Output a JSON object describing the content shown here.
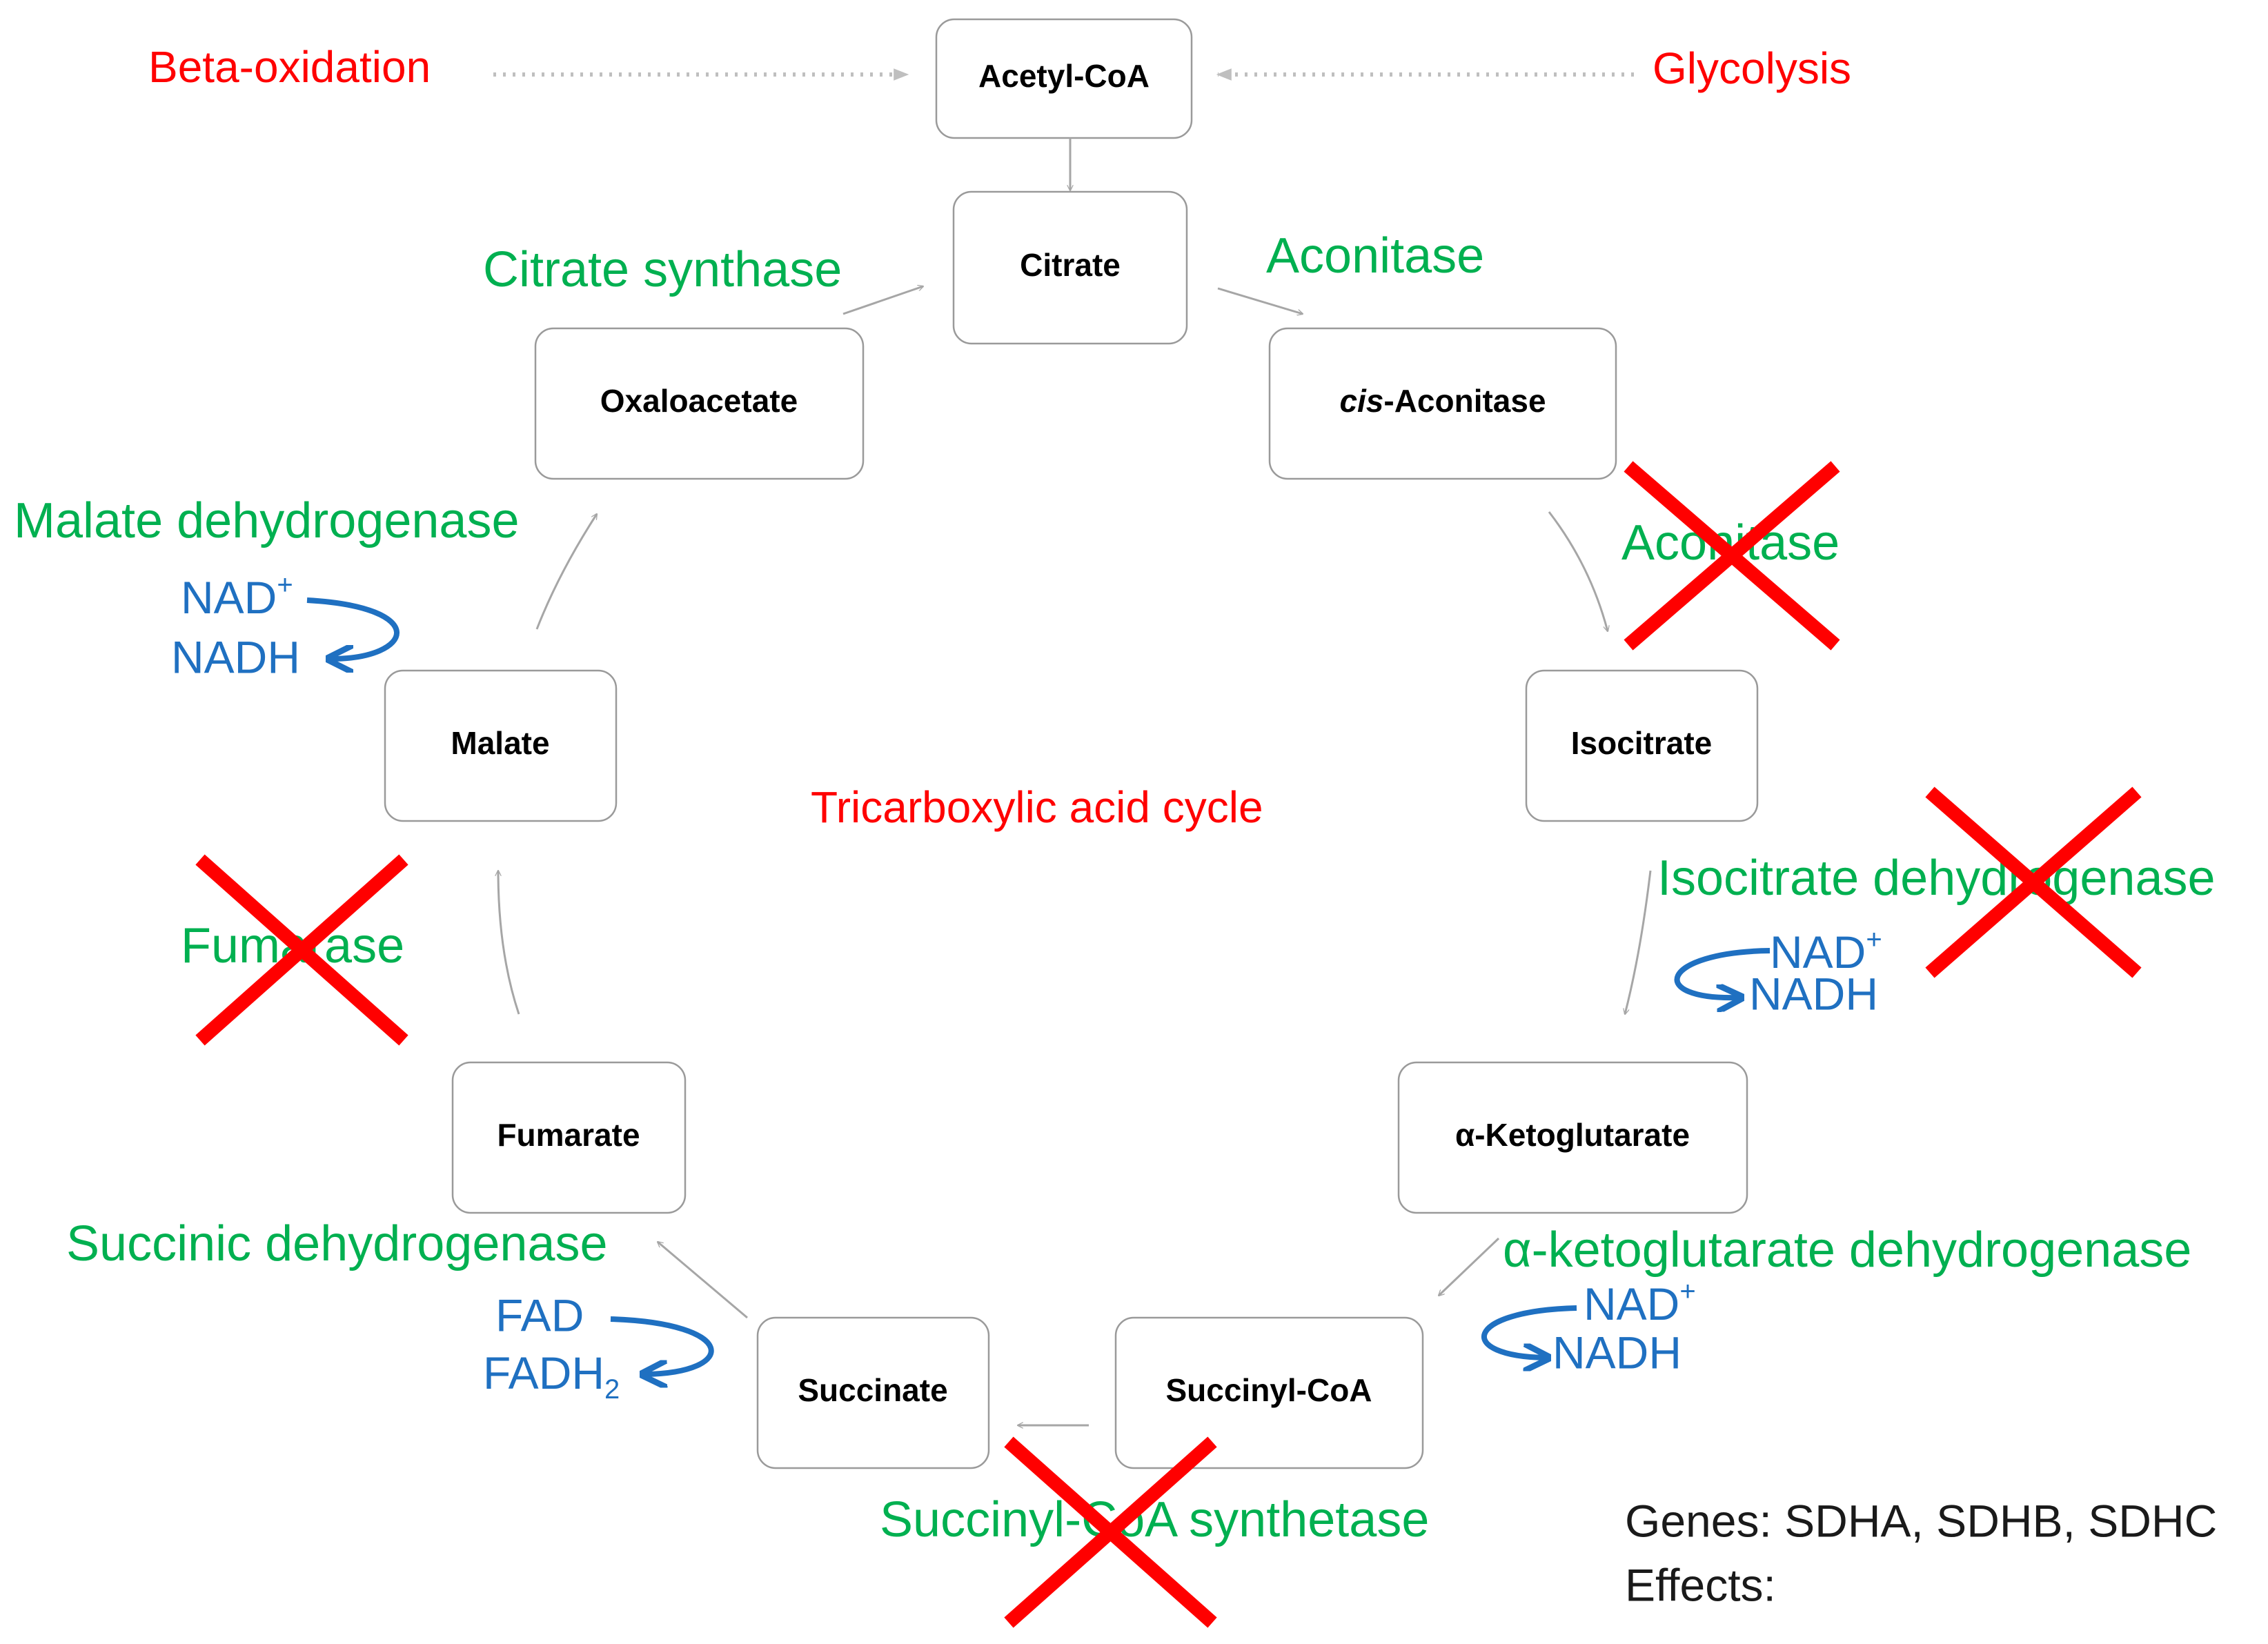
{
  "title": "Tricarboxylic acid cycle",
  "inputs": {
    "left": "Beta-oxidation",
    "right": "Glycolysis"
  },
  "metabolites": {
    "acetyl_coa": "Acetyl-CoA",
    "citrate": "Citrate",
    "cis_aconitase_prefix": "cis",
    "cis_aconitase_rest": "-Aconitase",
    "isocitrate": "Isocitrate",
    "alpha_ketoglutarate": "α-Ketoglutarate",
    "succinyl_coa": "Succinyl-CoA",
    "succinate": "Succinate",
    "fumarate": "Fumarate",
    "malate": "Malate",
    "oxaloacetate": "Oxaloacetate"
  },
  "enzymes": {
    "citrate_synthase": "Citrate synthase",
    "aconitase_1": "Aconitase",
    "aconitase_2": "Aconitase",
    "isocitrate_dehydrogenase": "Isocitrate dehydrogenase",
    "akg_dehydrogenase": "α-ketoglutarate dehydrogenase",
    "succinyl_coa_synthetase": "Succinyl-CoA synthetase",
    "succinic_dehydrogenase": "Succinic dehydrogenase",
    "fumarase": "Fumarase",
    "malate_dehydrogenase": "Malate dehydrogenase"
  },
  "cofactors": {
    "nad": "NAD",
    "plus": "+",
    "nadh": "NADH",
    "fad": "FAD",
    "fadh": "FADH",
    "fadh_sub": "2"
  },
  "blocked_steps": [
    "aconitase_2",
    "isocitrate_dehydrogenase",
    "succinyl_coa_synthetase",
    "fumarase"
  ],
  "notes": {
    "genes": "Genes: SDHA, SDHB, SDHC",
    "effects": "Effects:"
  },
  "colors": {
    "enzyme": "#00b050",
    "external": "#ff0000",
    "cofactor": "#1f70c1",
    "block_mark": "#ff0000",
    "arrow": "#a6a6a6"
  }
}
